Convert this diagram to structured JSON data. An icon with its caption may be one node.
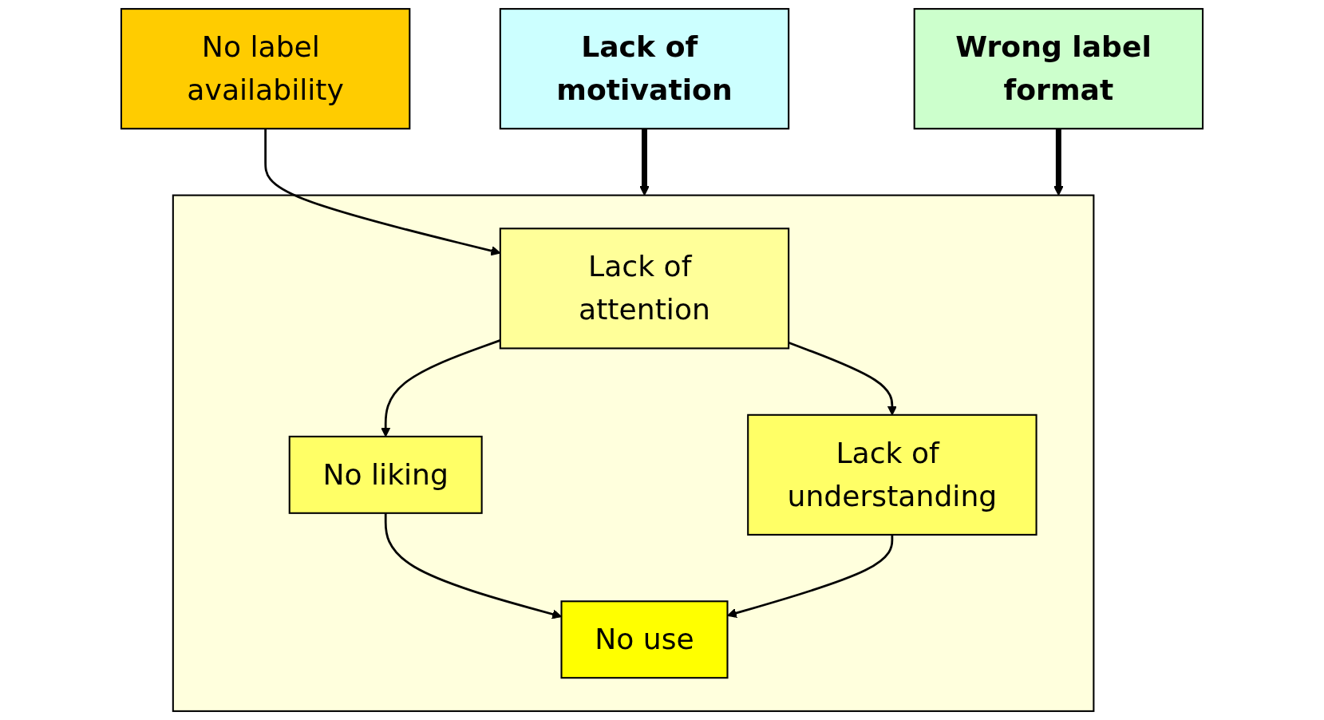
{
  "diagram": {
    "nodes": [
      {
        "text": [
          "No label availability"
        ]
      },
      {
        "text": [],
        "shape": "box"
      },
      {
        "text": [
          "Lack of attention"
        ],
        "in": 1
      },
      {
        "text": [
          "No liking"
        ],
        "in": 1
      },
      {
        "text": [
          "Lack of understanding"
        ],
        "in": 1
      },
      {
        "text": [
          "No use"
        ],
        "in": 1
      },
      {
        "text": [
          "Lack of motivation"
        ]
      },
      {
        "text": [
          "Wrong label format"
        ]
      }
    ],
    "edges": [
      {
        "from": 0,
        "to": 2,
        "arrow": "to"
      },
      {
        "from": 2,
        "to": 3,
        "arrow": "to"
      },
      {
        "from": 2,
        "to": 4,
        "arrow": "to"
      },
      {
        "from": 3,
        "to": 5,
        "arrow": "to"
      },
      {
        "from": 4,
        "to": 5,
        "arrow": "to"
      },
      {
        "from": 6,
        "to": 1,
        "arrow": "to",
        "style": "thick"
      },
      {
        "from": 7,
        "to": 1,
        "arrow": "to",
        "style": "thick"
      }
    ]
  }
}
